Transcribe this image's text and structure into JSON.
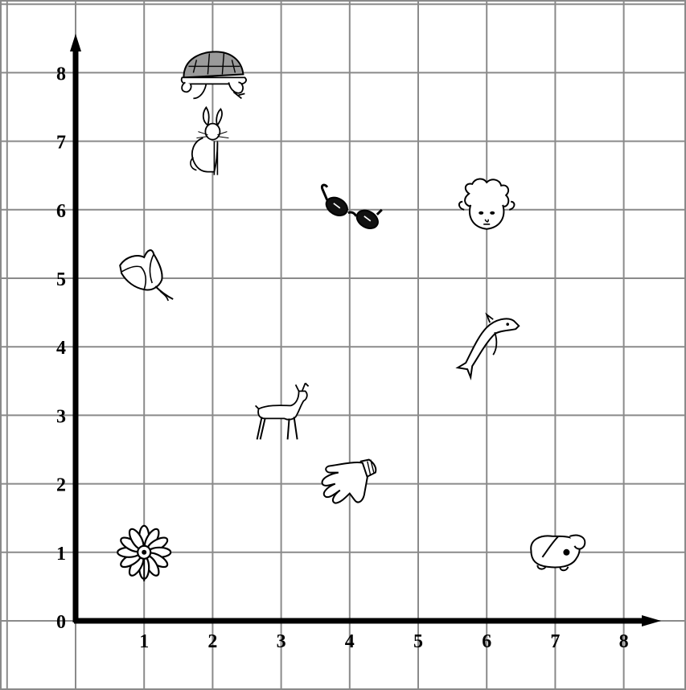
{
  "chart_data": {
    "type": "scatter",
    "title": "",
    "xlabel": "",
    "ylabel": "",
    "xlim": [
      0,
      8
    ],
    "ylim": [
      0,
      8
    ],
    "grid": true,
    "x_ticks": [
      "1",
      "2",
      "3",
      "4",
      "5",
      "6",
      "7",
      "8"
    ],
    "y_ticks": [
      "0",
      "1",
      "2",
      "3",
      "4",
      "5",
      "6",
      "7",
      "8"
    ],
    "points": [
      {
        "icon": "flower-icon",
        "x": 1,
        "y": 1
      },
      {
        "icon": "tulip-icon",
        "x": 1,
        "y": 5
      },
      {
        "icon": "turtle-icon",
        "x": 2,
        "y": 8
      },
      {
        "icon": "rabbit-icon",
        "x": 2,
        "y": 7
      },
      {
        "icon": "deer-icon",
        "x": 3,
        "y": 3
      },
      {
        "icon": "sunglasses-icon",
        "x": 4,
        "y": 6
      },
      {
        "icon": "glove-icon",
        "x": 4,
        "y": 2
      },
      {
        "icon": "sheep-icon",
        "x": 6,
        "y": 6
      },
      {
        "icon": "dolphin-icon",
        "x": 6,
        "y": 4
      },
      {
        "icon": "puppy-icon",
        "x": 7,
        "y": 1
      }
    ]
  }
}
